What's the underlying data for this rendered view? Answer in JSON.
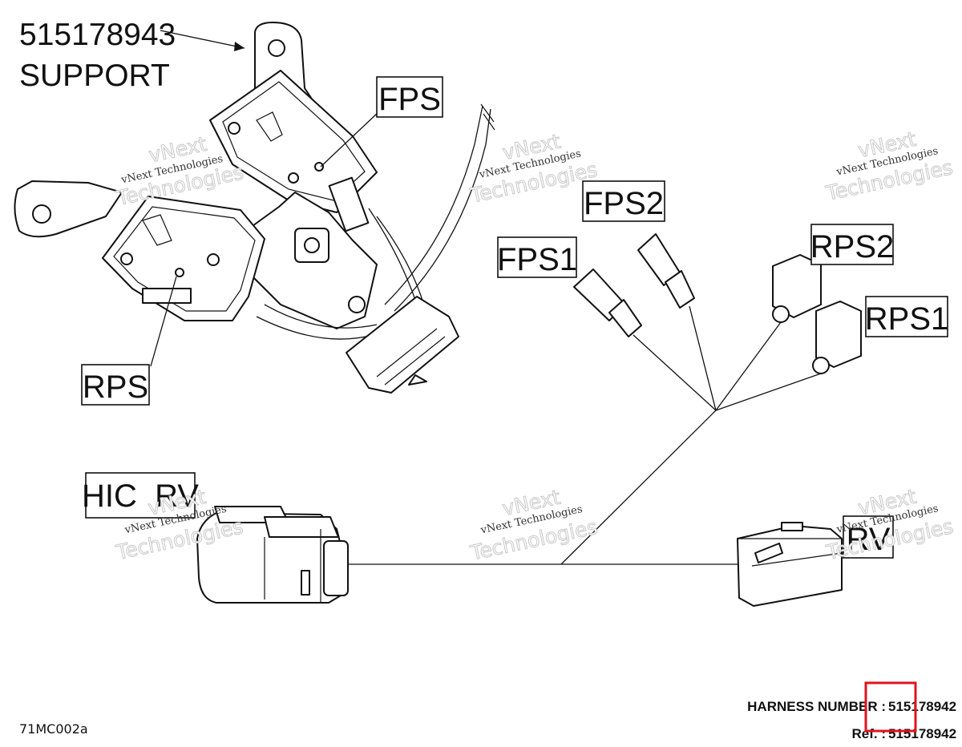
{
  "support": {
    "part_number": "515178943",
    "name": "SUPPORT"
  },
  "labels": {
    "fps": "FPS",
    "rps": "RPS",
    "fps1": "FPS1",
    "fps2": "FPS2",
    "rps1": "RPS1",
    "rps2": "RPS2",
    "hic_rv": "HIC  RV",
    "rv": "RV"
  },
  "watermark": {
    "line1": "vNext Technologies",
    "line2": "vNext",
    "line3": "Technologies"
  },
  "footer": {
    "figure_code": "71MC002a",
    "harness_label": "HARNESS NUMBER :",
    "harness_number": "515178942",
    "ref_label": "Ref. :",
    "ref_number": "515178942"
  },
  "colors": {
    "line": "#111111",
    "highlight_box": "#e0141e",
    "watermark": "#c8c8c8"
  }
}
